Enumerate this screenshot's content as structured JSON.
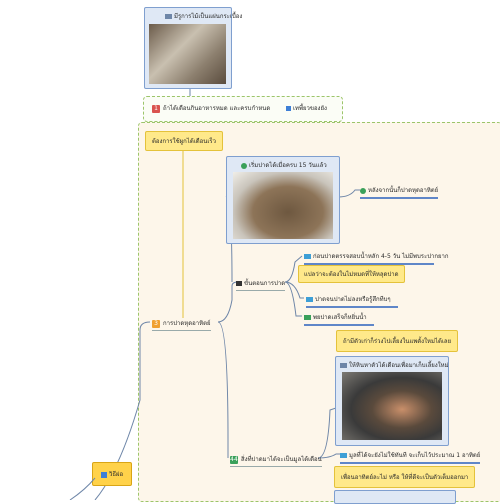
{
  "nodes": {
    "top_photo_caption": "มีรูการไม้เป็นแผ่นกระเบื้อง",
    "warn_label": "ถ้าได้เดือนกินอาหารหมด และครบกำหนด",
    "warn_num": "1",
    "move_label": "เทพี้ยวของยัง",
    "data_note": "ต้องการใช้ผูกได้เดือนเร็ว",
    "step3_num": "3",
    "step3_label": "การปาดหุดอาหิตย์",
    "photo1_caption": "เริ่มปาดได้เมื่อครบ 15 วันแล้ว",
    "after_label": "หลังจากนั้นก็ปาดหุดอาหิตย์",
    "process_label": "ขั้นตอนการปาด",
    "sub1": "ก่อนปาดตรรจสอบน้ำหลัก 4-5 วัน ไม่มีพบระปากยาก",
    "sub2_note": "แปลว่าจะต้องในไม่หมดที่ให้หลุดปาด",
    "sub3": "ปาดจนปาดไม่ลงหรือรู้สึกทีบๆ",
    "sub4": "พยปาดเสร็จก็หยิ่นน้ำ",
    "step_note2": "ถ้ามีตัวเก่าก็ร่วงไปเลี้ยงในแพตั้งใหม่ได้เลย",
    "photo2_caption": "ให้หินหาตัวได้เดือนเพื่อมาเก็บเลี้ยงใหม่",
    "step44_num": "44",
    "step44_label": "สิ่งที่ปาดมาได้จะเป็นมูลได้เดือน",
    "sub5": "มูลที่ได้จะยังไม่ใช้ทันที จะเก็บไว้ประมาณ 1 อาทิตย์",
    "sub6_note": "เพื่อนอาทิตย์ละไม่ หรือ ให้ที่ดีจะเป็นตัวเต็มออกมา",
    "root_label": "วิธีผ่อ"
  },
  "colors": {
    "node_blue": "#dfe8f5",
    "node_yellow": "#ffe98a",
    "line": "#6e86a8",
    "yellow_line": "#e4c23b",
    "green_dash": "#9cc56a",
    "cream": "#fdf6ea"
  }
}
